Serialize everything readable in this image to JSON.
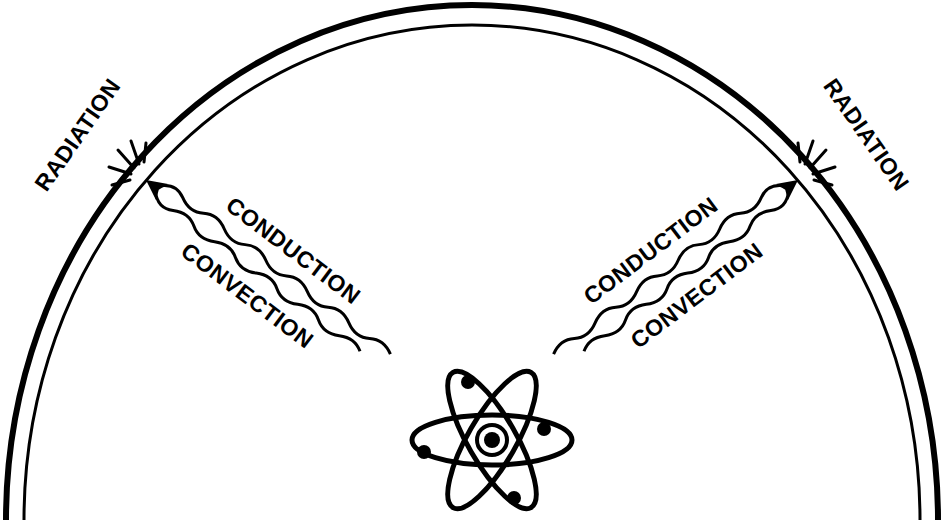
{
  "diagram": {
    "labels": [
      "RADIATION",
      "CONDUCTION",
      "CONVECTION",
      "CONDUCTION",
      "CONVECTION",
      "RADIATION"
    ]
  }
}
